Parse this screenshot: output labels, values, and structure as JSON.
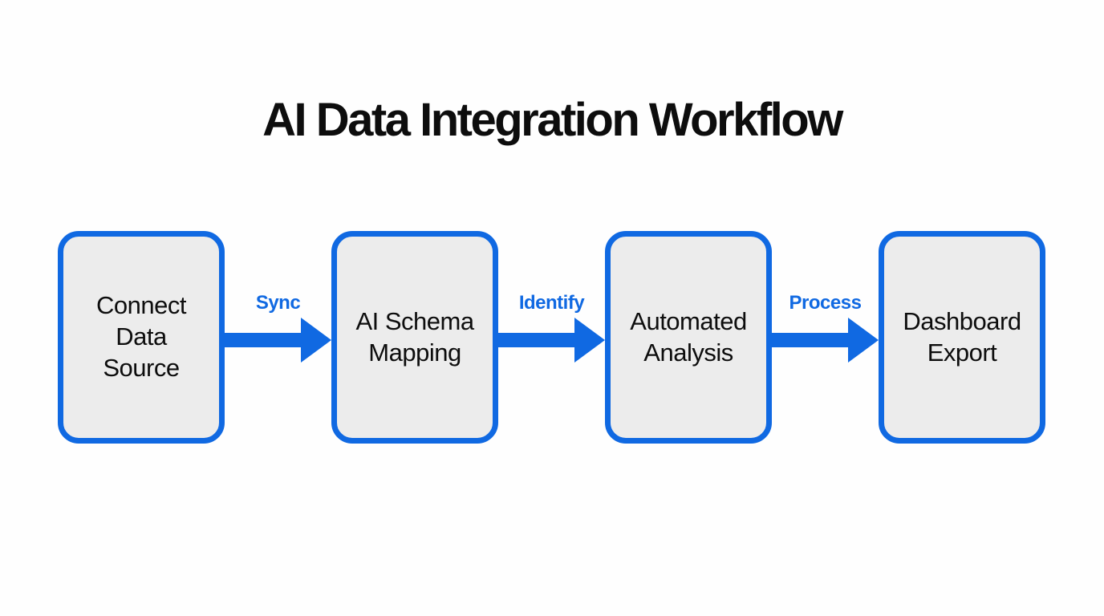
{
  "title": "AI Data Integration Workflow",
  "colors": {
    "accent_blue": "#1069e2",
    "box_fill": "#ececec",
    "text": "#0d0d0d",
    "background": "#fefefe"
  },
  "workflow": {
    "steps": [
      {
        "label": "Connect Data Source"
      },
      {
        "label": "AI Schema Mapping"
      },
      {
        "label": "Automated Analysis"
      },
      {
        "label": "Dashboard Export"
      }
    ],
    "connectors": [
      {
        "label": "Sync"
      },
      {
        "label": "Identify"
      },
      {
        "label": "Process"
      }
    ]
  }
}
